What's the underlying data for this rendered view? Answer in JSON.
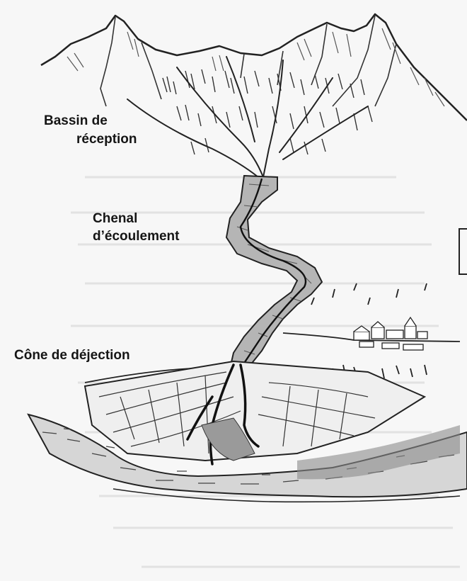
{
  "labels": {
    "bassin_line1": "Bassin de",
    "bassin_line2": "réception",
    "chenal_line1": "Chenal",
    "chenal_line2": "d’écoulement",
    "cone": "Cône de déjection"
  },
  "colors": {
    "paper": "#f7f7f7",
    "ink": "#222222",
    "shade": "#9a9a9a",
    "light_shade": "#cfcfcf"
  }
}
